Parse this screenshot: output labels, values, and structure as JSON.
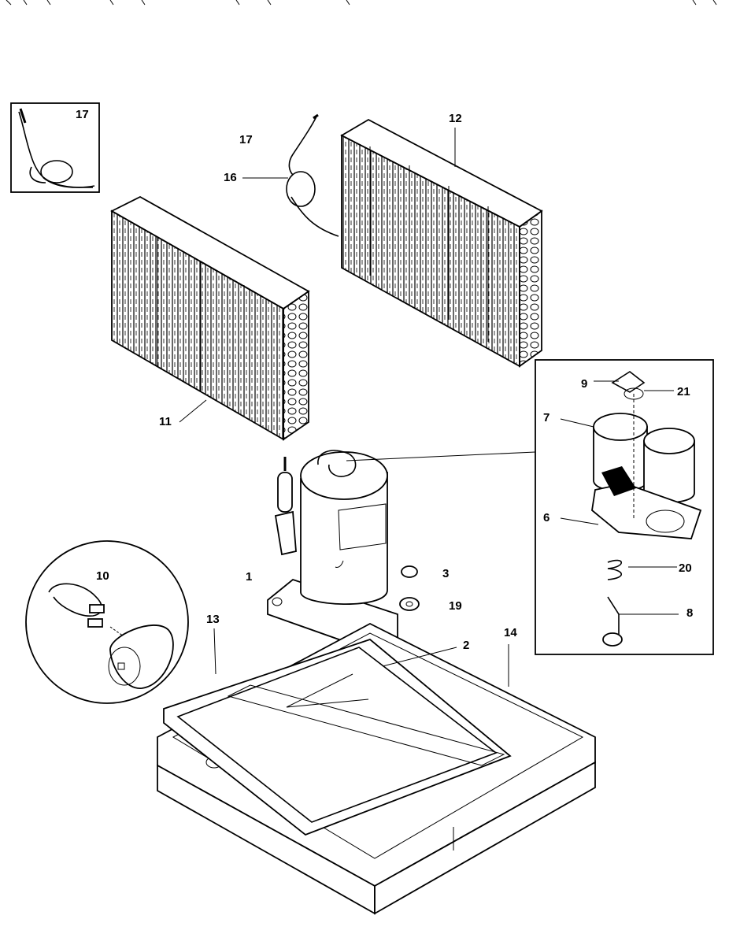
{
  "callouts": {
    "c1": "1",
    "c2": "2",
    "c3": "3",
    "c6": "6",
    "c7": "7",
    "c8": "8",
    "c9": "9",
    "c10": "10",
    "c11": "11",
    "c12": "12",
    "c13": "13",
    "c14": "14",
    "c16": "16",
    "c17_inset": "17",
    "c17_tube": "17",
    "c19": "19",
    "c20": "20",
    "c21": "21"
  }
}
